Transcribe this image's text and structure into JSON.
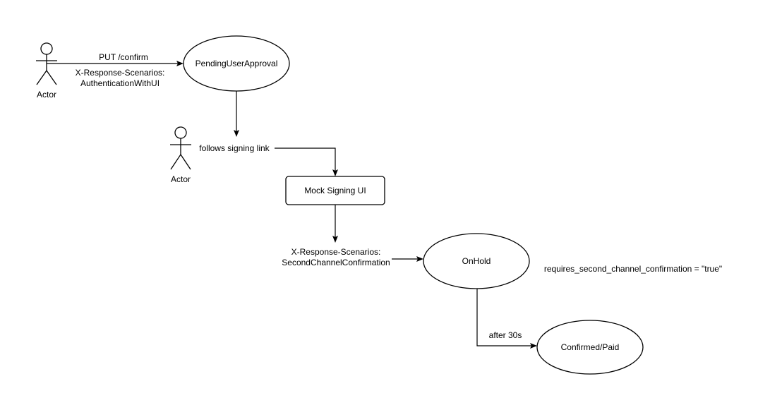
{
  "actors": [
    {
      "id": "actor1",
      "label": "Actor"
    },
    {
      "id": "actor2",
      "label": "Actor"
    }
  ],
  "nodes": {
    "pending_user_approval": "PendingUserApproval",
    "mock_signing_ui": "Mock Signing UI",
    "on_hold": "OnHold",
    "confirmed_paid": "Confirmed/Paid"
  },
  "edges": {
    "put_confirm": "PUT /confirm",
    "scenario1_line1": "X-Response-Scenarios:",
    "scenario1_line2": "AuthenticationWithUI",
    "follows_signing_link": "follows signing link",
    "scenario2_line1": "X-Response-Scenarios:",
    "scenario2_line2": "SecondChannelConfirmation",
    "after_30s": "after 30s"
  },
  "notes": {
    "requires_second_channel": "requires_second_channel_confirmation = \"true\""
  }
}
